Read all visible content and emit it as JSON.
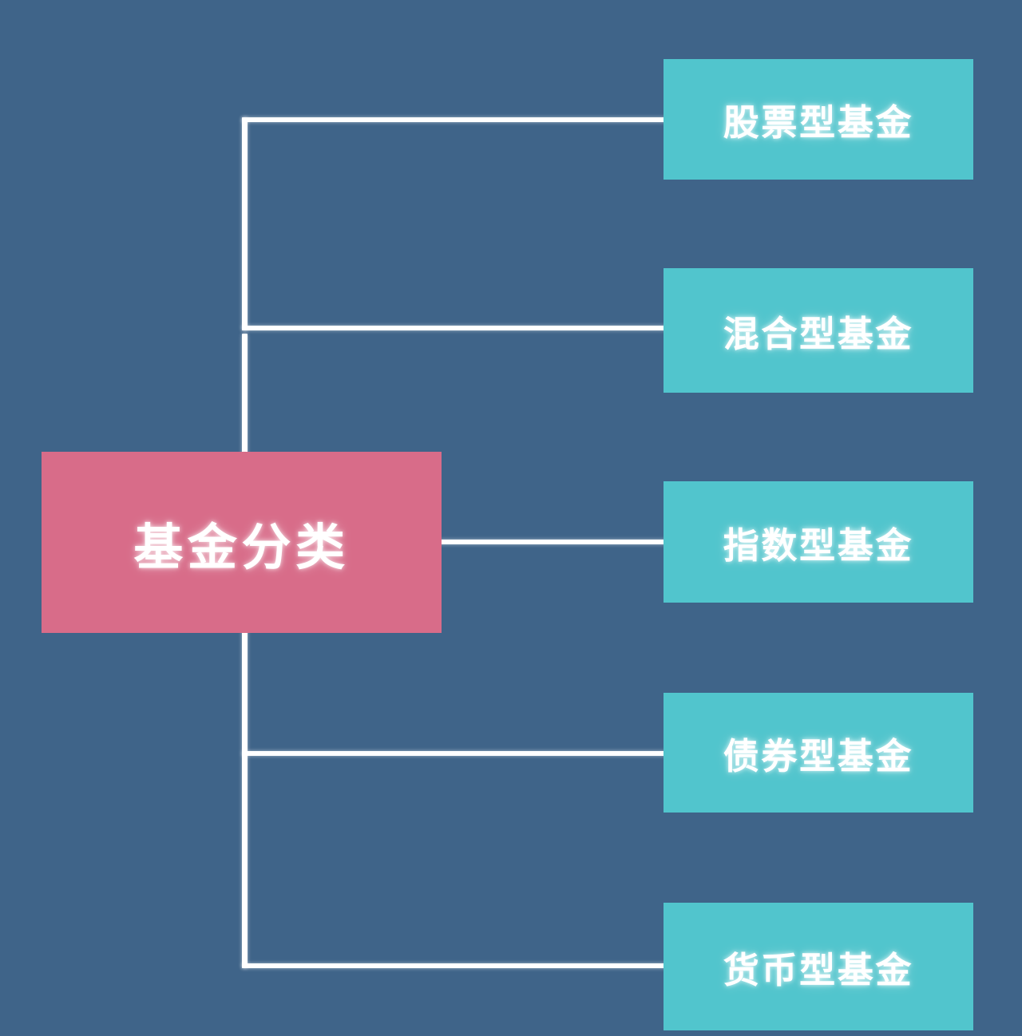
{
  "diagram": {
    "type": "mind-map",
    "title": "基金分类",
    "background_color": "#3f6489",
    "root": {
      "label": "基金分类",
      "color": "#d86c89",
      "text_color": "#ffffff"
    },
    "branch_color": "#ffffff",
    "leaf_color": "#51c5cd",
    "branches": [
      {
        "label": "股票型基金"
      },
      {
        "label": "混合型基金"
      },
      {
        "label": "指数型基金"
      },
      {
        "label": "债券型基金"
      },
      {
        "label": "货币型基金"
      }
    ]
  }
}
